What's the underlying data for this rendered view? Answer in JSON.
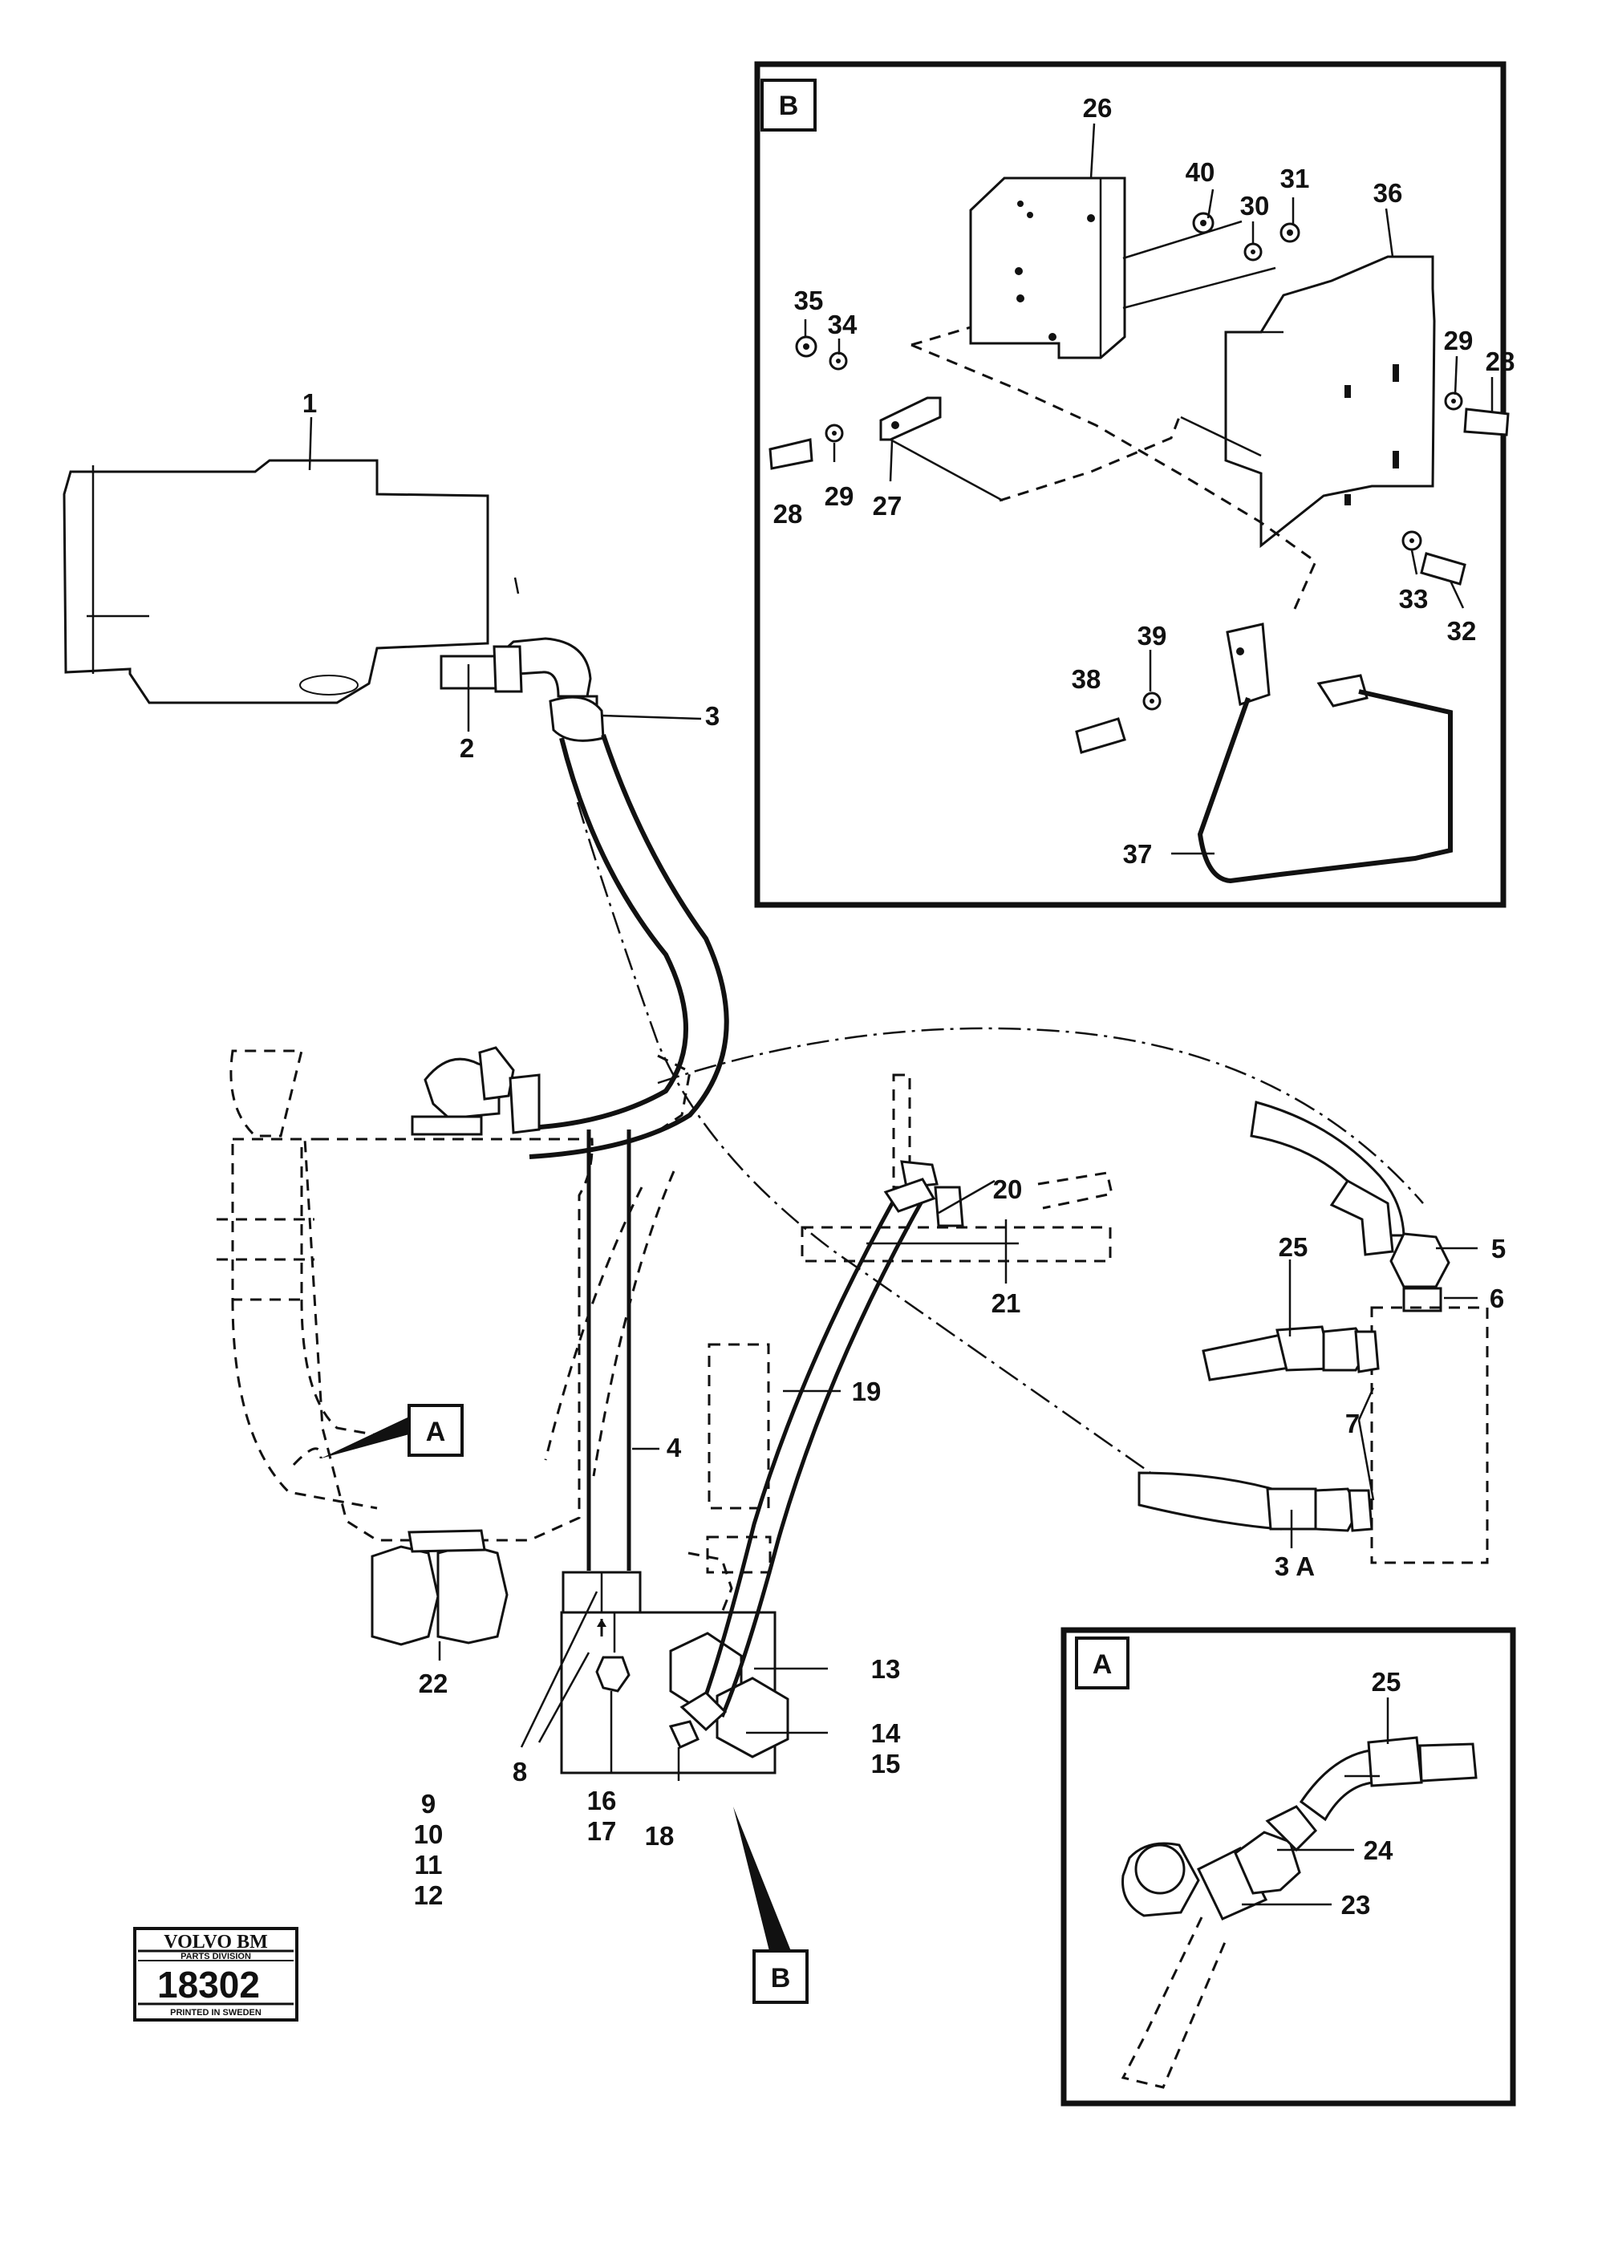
{
  "detail_b": {
    "tag": "B"
  },
  "detail_a": {
    "tag": "A"
  },
  "callouts": {
    "a_main": "A",
    "b_main": "B"
  },
  "labels": {
    "n1": "1",
    "n2": "2",
    "n3": "3",
    "n3a": "3 A",
    "n4": "4",
    "n5": "5",
    "n6": "6",
    "n7": "7",
    "n8": "8",
    "n9": "9",
    "n10": "10",
    "n11": "11",
    "n12": "12",
    "n13": "13",
    "n14": "14",
    "n15": "15",
    "n16": "16",
    "n17": "17",
    "n18": "18",
    "n19": "19",
    "n20": "20",
    "n21": "21",
    "n22": "22",
    "n23": "23",
    "n24": "24",
    "n25a": "25",
    "n25": "25",
    "n26": "26",
    "n27": "27",
    "n28a": "28",
    "n28b": "28",
    "n29a": "29",
    "n29b": "29",
    "n30": "30",
    "n31": "31",
    "n32": "32",
    "n33": "33",
    "n34": "34",
    "n35": "35",
    "n36": "36",
    "n37": "37",
    "n38": "38",
    "n39": "39",
    "n40": "40"
  },
  "stamp": {
    "brand": "VOLVO BM",
    "division": "PARTS DIVISION",
    "number": "18302",
    "printed": "PRINTED IN SWEDEN"
  }
}
